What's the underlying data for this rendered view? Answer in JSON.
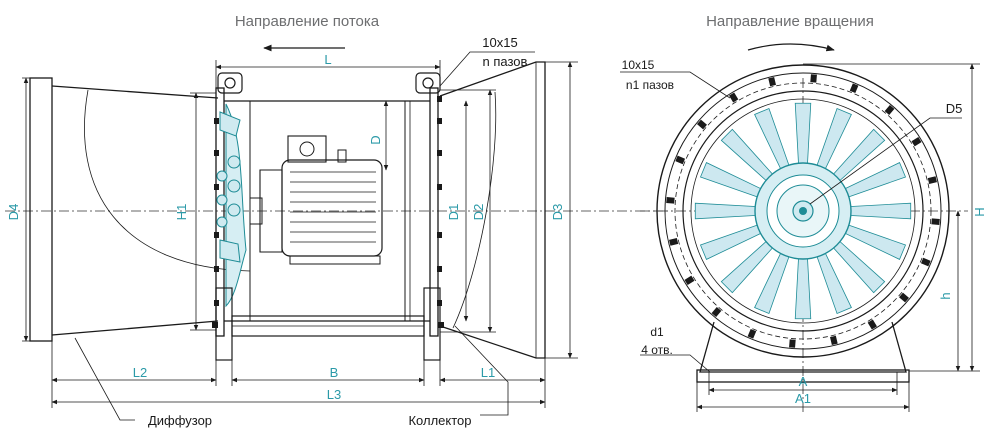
{
  "headings": {
    "flow_direction": "Направление потока",
    "rotation_direction": "Направление вращения"
  },
  "side_view": {
    "L": "L",
    "D": "D",
    "H1": "H1",
    "D1": "D1",
    "D2": "D2",
    "D3": "D3",
    "D4": "D4",
    "L1": "L1",
    "L2": "L2",
    "L3": "L3",
    "B": "B",
    "slots_size": "10x15",
    "slots_count": "n пазов",
    "diffuser": "Диффузор",
    "collector": "Коллектор"
  },
  "front_view": {
    "slots_size": "10x15",
    "slots_count": "n1 пазов",
    "D5": "D5",
    "H": "H",
    "h": "h",
    "d1": "d1",
    "holes": "4 отв.",
    "A": "A",
    "A1": "A1"
  },
  "colors": {
    "dimension_text": "#2b9aa8",
    "impeller": "#cde8f0",
    "outline": "#1a1a1a"
  }
}
